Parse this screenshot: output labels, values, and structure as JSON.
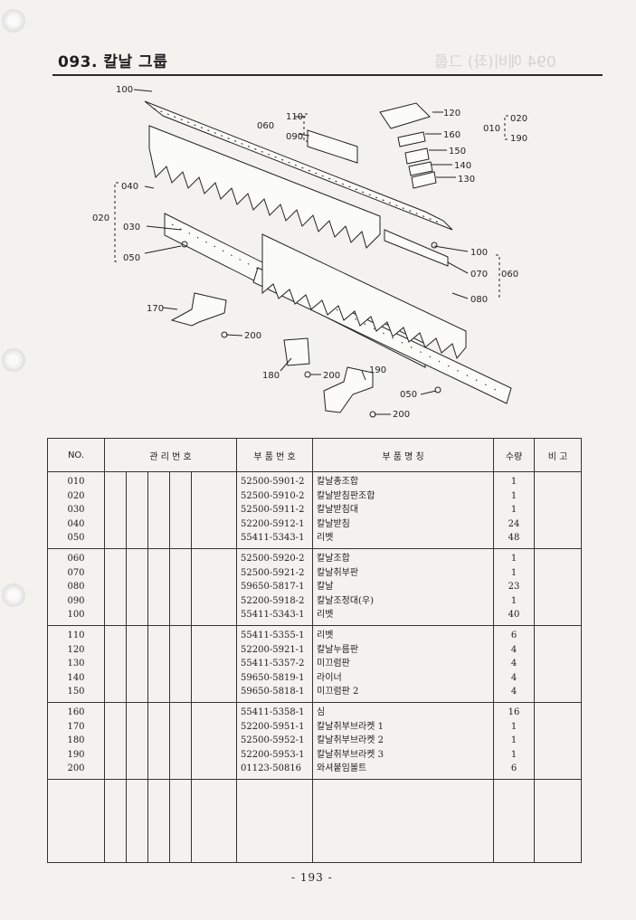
{
  "header": {
    "title": "093. 칼날 그룹",
    "ghost_title": "094 예비(좌) 그룹"
  },
  "table": {
    "headers": {
      "no": "NO.",
      "mgmt": "관 리 번 호",
      "part_no": "부 품 번 호",
      "name": "부 품 명 칭",
      "qty": "수량",
      "remarks": "비 고"
    },
    "groups": [
      {
        "rows": [
          {
            "no": "010",
            "part": "52500-5901-2",
            "name": "칼날총조합",
            "qty": "1"
          },
          {
            "no": "020",
            "part": "52500-5910-2",
            "name": "칼날받침판조합",
            "qty": "1"
          },
          {
            "no": "030",
            "part": "52500-5911-2",
            "name": "칼날받침대",
            "qty": "1"
          },
          {
            "no": "040",
            "part": "52200-5912-1",
            "name": "칼날받침",
            "qty": "24"
          },
          {
            "no": "050",
            "part": "55411-5343-1",
            "name": "리벳",
            "qty": "48"
          }
        ]
      },
      {
        "rows": [
          {
            "no": "060",
            "part": "52500-5920-2",
            "name": "칼날조합",
            "qty": "1"
          },
          {
            "no": "070",
            "part": "52500-5921-2",
            "name": "칼날취부판",
            "qty": "1"
          },
          {
            "no": "080",
            "part": "59650-5817-1",
            "name": "칼날",
            "qty": "23"
          },
          {
            "no": "090",
            "part": "52200-5918-2",
            "name": "칼날조정대(우)",
            "qty": "1"
          },
          {
            "no": "100",
            "part": "55411-5343-1",
            "name": "리벳",
            "qty": "40"
          }
        ]
      },
      {
        "rows": [
          {
            "no": "110",
            "part": "55411-5355-1",
            "name": "리벳",
            "qty": "6"
          },
          {
            "no": "120",
            "part": "52200-5921-1",
            "name": "칼날누름판",
            "qty": "4"
          },
          {
            "no": "130",
            "part": "55411-5357-2",
            "name": "미끄럼판",
            "qty": "4"
          },
          {
            "no": "140",
            "part": "59650-5819-1",
            "name": "라이너",
            "qty": "4"
          },
          {
            "no": "150",
            "part": "59650-5818-1",
            "name": "미끄럼판 2",
            "qty": "4"
          }
        ]
      },
      {
        "rows": [
          {
            "no": "160",
            "part": "55411-5358-1",
            "name": "심",
            "qty": "16"
          },
          {
            "no": "170",
            "part": "52200-5951-1",
            "name": "칼날취부브라켓 1",
            "qty": "1"
          },
          {
            "no": "180",
            "part": "52500-5952-1",
            "name": "칼날취부브라켓 2",
            "qty": "1"
          },
          {
            "no": "190",
            "part": "52200-5953-1",
            "name": "칼날취부브라켓 3",
            "qty": "1"
          },
          {
            "no": "200",
            "part": "01123-50816",
            "name": "와셔붙임볼트",
            "qty": "6"
          }
        ]
      }
    ]
  },
  "diagram": {
    "callouts": [
      "100",
      "110",
      "090",
      "060",
      "120",
      "160",
      "150",
      "140",
      "130",
      "010",
      "020",
      "190",
      "040",
      "020",
      "030",
      "050",
      "100",
      "070",
      "060",
      "080",
      "170",
      "200",
      "180",
      "200",
      "190",
      "050",
      "200"
    ]
  },
  "footer": {
    "page_number": "- 193 -"
  }
}
